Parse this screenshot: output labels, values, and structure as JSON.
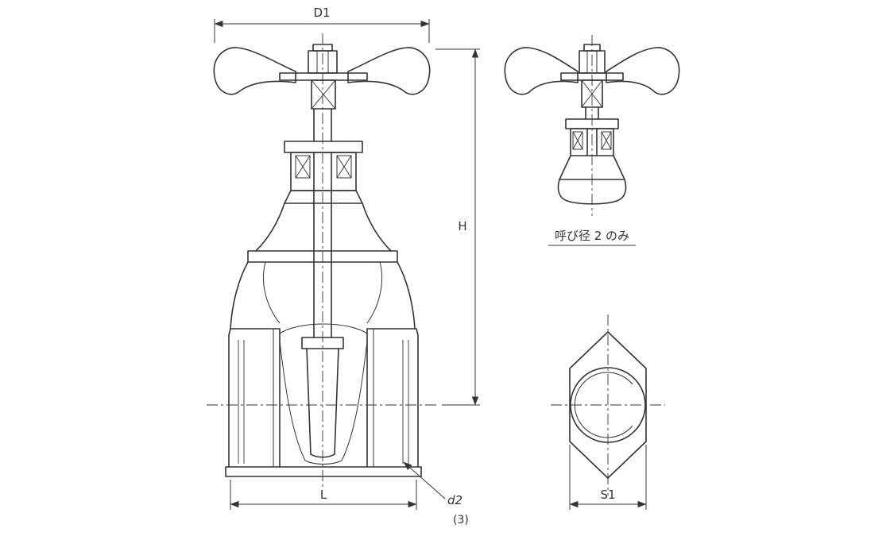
{
  "colors": {
    "line": "#30343a",
    "background": "#ffffff"
  },
  "dimensions": {
    "d1": "D1",
    "h": "H",
    "l": "L",
    "d2": "d2",
    "d2_note": "(3)",
    "s1": "S1"
  },
  "annotations": {
    "size_note": "呼び径 2 のみ"
  }
}
